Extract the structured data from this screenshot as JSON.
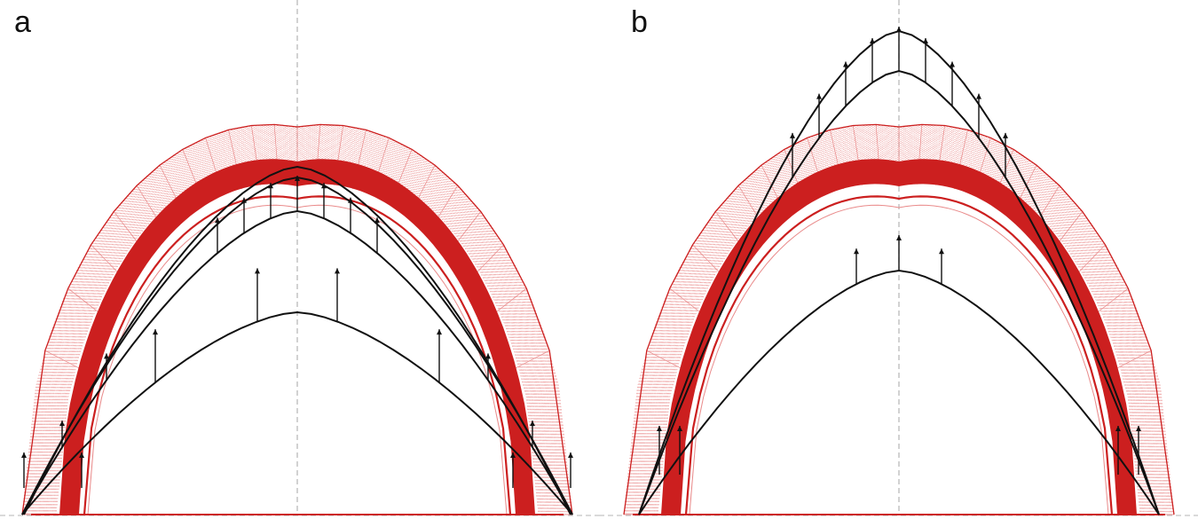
{
  "panels": [
    {
      "id": "a",
      "label": "a"
    },
    {
      "id": "b",
      "label": "b"
    }
  ],
  "colors": {
    "masonry_fill": "#cc1f1f",
    "masonry_mesh": "#e98a8a",
    "thrust_line": "#111111",
    "axis": "#b5b5b5",
    "background": "#ffffff"
  }
}
